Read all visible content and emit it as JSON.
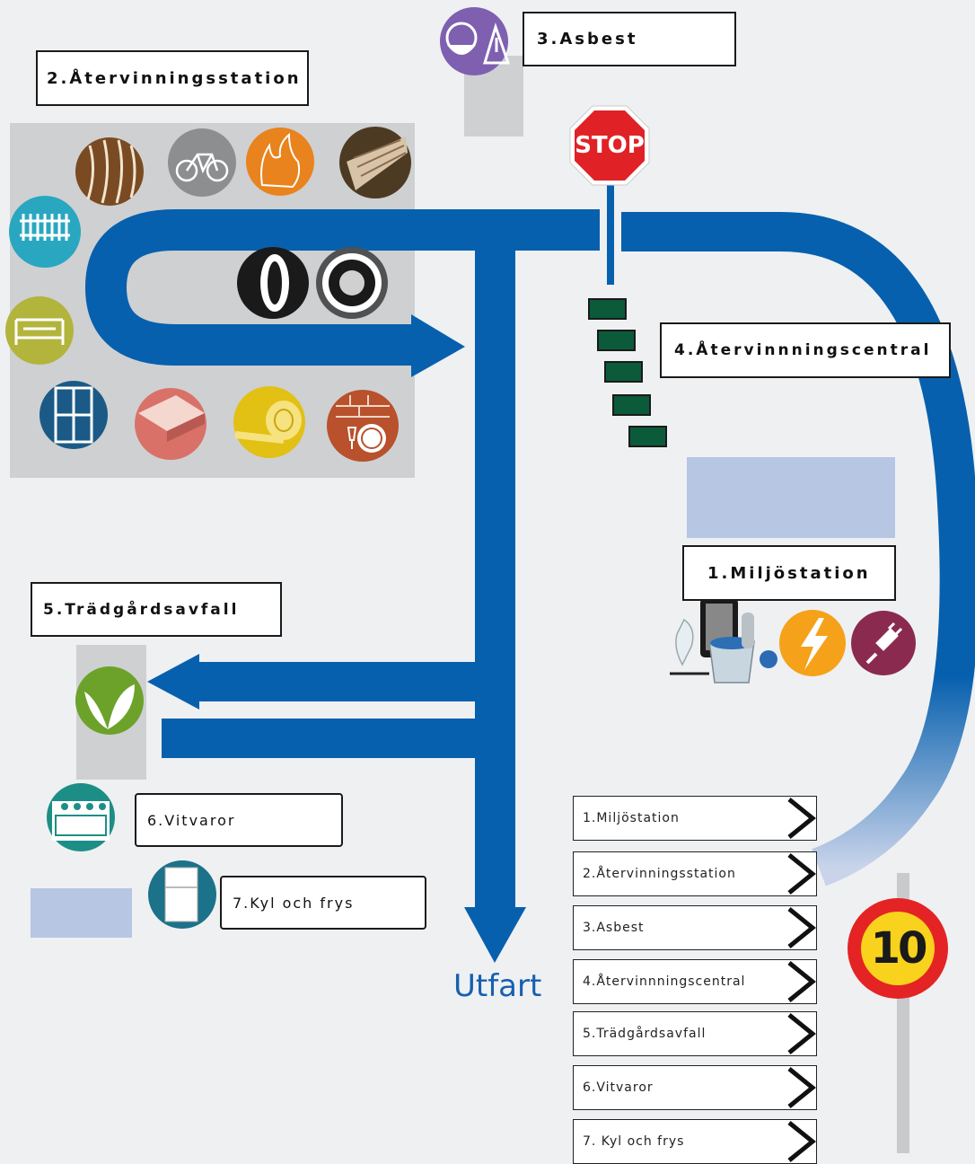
{
  "signs": {
    "asbest": "3.Asbest",
    "atervinningsstation": "2.Återvinningsstation",
    "atervinningscentral": "4.Återvinnningscentral",
    "miljostation": "1.Miljöstation",
    "tradgardsavfall": "5.Trädgårdsavfall",
    "vitvaror": "6.Vitvaror",
    "kyl_frys": "7.Kyl och frys"
  },
  "stop_sign": "STOP",
  "exit_label": "Utfart",
  "speed_limit": "10",
  "directory": [
    "1.Miljöstation",
    "2.Återvinningsstation",
    "3.Asbest",
    "4.Återvinnningscentral",
    "5.Trädgårdsavfall",
    "6.Vitvaror",
    "7. Kyl och frys"
  ],
  "icons": {
    "station_2": [
      "wood-icon",
      "bicycle-icon",
      "fire-icon",
      "board-icon",
      "fence-icon",
      "tires-icon",
      "tire-icon",
      "furniture-icon",
      "window-icon",
      "plasterboard-icon",
      "insulation-icon",
      "brick-porcelain-icon"
    ],
    "station_1": [
      "electronics-icon",
      "lightning-icon",
      "plug-icon"
    ],
    "station_3": [
      "asbestos-mask-icon"
    ],
    "station_5": [
      "leaf-icon"
    ],
    "station_6": [
      "stove-icon"
    ],
    "station_7": [
      "fridge-icon"
    ]
  },
  "colors": {
    "road": "#0760ae",
    "background": "#eff0f2",
    "zone": "#cfd0d2",
    "light_blue_zone": "#b6c6e3",
    "container": "#0b5b3a"
  }
}
